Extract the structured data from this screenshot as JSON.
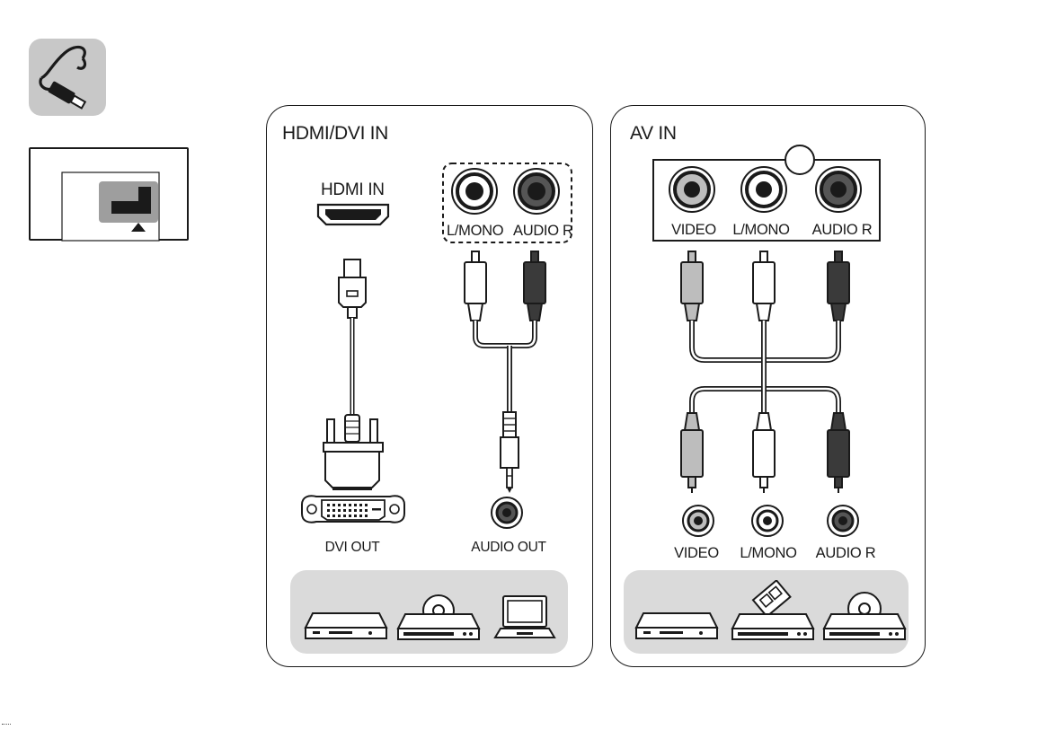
{
  "sidebar": {
    "cable_icon": "cable-icon",
    "port_location_icon": "port-location-icon"
  },
  "hdmi_panel": {
    "title": "HDMI/DVI IN",
    "hdmi_in_label": "HDMI IN",
    "audio_in_left": "L/MONO",
    "audio_in_right": "AUDIO R",
    "dvi_out_label": "DVI OUT",
    "audio_out_label": "AUDIO OUT",
    "devices": [
      "set-top-box-icon",
      "dvd-player-icon",
      "laptop-icon"
    ]
  },
  "av_panel": {
    "title": "AV IN",
    "in_labels": [
      "VIDEO",
      "L/MONO",
      "AUDIO R"
    ],
    "out_labels": [
      "VIDEO",
      "L/MONO",
      "AUDIO R"
    ],
    "devices": [
      "set-top-box-icon",
      "vcr-icon",
      "dvd-player-icon"
    ]
  },
  "colors": {
    "outline": "#1a1a1a",
    "video": "#bdbdbd",
    "audio_left": "#ffffff",
    "audio_right": "#3a3a3a",
    "tray": "#dadada"
  }
}
